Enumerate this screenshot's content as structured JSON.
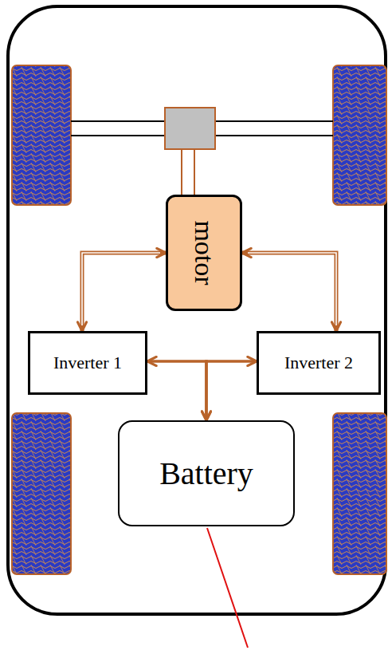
{
  "diagram": {
    "nodes": [
      {
        "text": [
          "motor"
        ]
      },
      {
        "text": [
          "Inverter 1"
        ]
      },
      {
        "text": [
          "Inverter 2"
        ]
      },
      {
        "text": [
          "Battery"
        ]
      }
    ],
    "edges": [
      {
        "from": 0,
        "to": 1,
        "arrow": "both"
      },
      {
        "from": 0,
        "to": 2,
        "arrow": "both"
      },
      {
        "from": 3,
        "to": 1,
        "arrow": "both"
      },
      {
        "from": 3,
        "to": 2,
        "arrow": "both"
      }
    ]
  }
}
